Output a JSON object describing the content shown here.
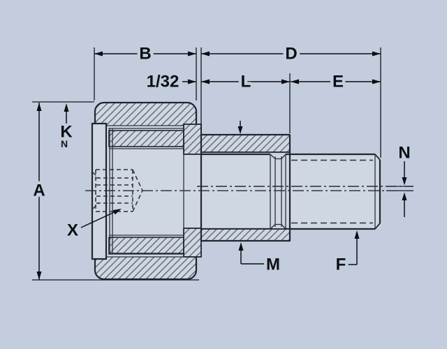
{
  "drawing": {
    "title": "cam-follower-section-drawing",
    "labels": {
      "a": "A",
      "b": "B",
      "d": "D",
      "l": "L",
      "e": "E",
      "gap": "1/32",
      "k": "K",
      "k_sub": "N",
      "x": "X",
      "m": "M",
      "f": "F",
      "n": "N"
    },
    "colors": {
      "background": "#c3cdde",
      "part_fill": "#cfd7e3",
      "hatch_line": "#4d5666",
      "outline": "#22262d",
      "dimension": "#0c0e11"
    }
  }
}
